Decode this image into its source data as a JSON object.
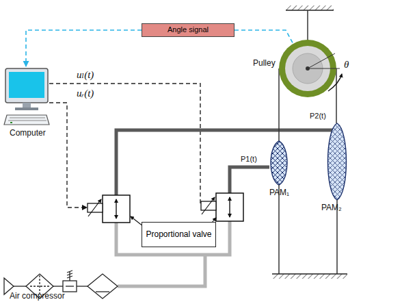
{
  "diagram": {
    "nodes": [
      {
        "text": [
          "Angle signal"
        ]
      },
      {
        "text": [
          "Proportional valve"
        ]
      }
    ],
    "labels": [
      "Computer",
      "uₗ(t)",
      "uᵣ(t)",
      "Pulley",
      "θ",
      "P2(t)",
      "P1(t)",
      "PAM₁",
      "PAM₂",
      "Air compressor"
    ]
  }
}
